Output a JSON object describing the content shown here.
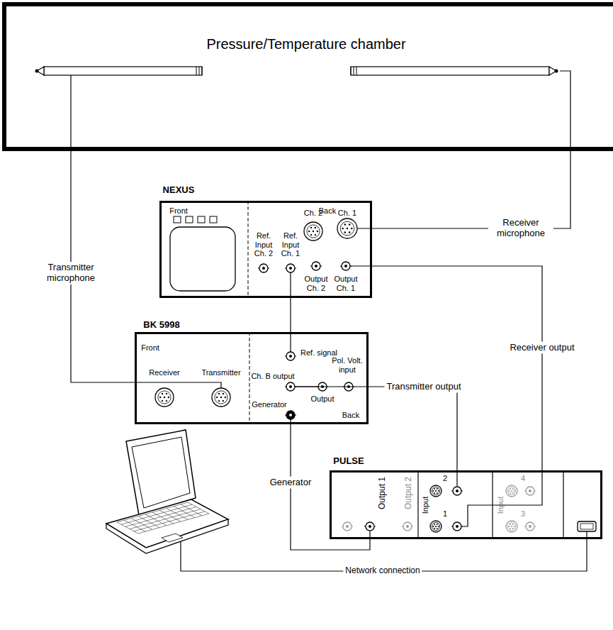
{
  "diagram": {
    "nodes": [
      {
        "text": [
          "Pressure/Temperature chamber"
        ]
      },
      {
        "text": [
          "NEXUS",
          "Front",
          "Back",
          "Ref. Input Ch. 2",
          "Ref. Input Ch. 1",
          "Ch. 2",
          "Ch. 1",
          "Output Ch. 2",
          "Output Ch. 1"
        ]
      },
      {
        "text": [
          "BK 5998",
          "Front",
          "Receiver",
          "Transmitter",
          "Ref. signal",
          "Ch. B output",
          "Output",
          "Pol. Volt. input",
          "Generator",
          "Back"
        ]
      },
      {
        "text": [
          "PULSE",
          "Output 1",
          "Output 2",
          "Input",
          "2",
          "1",
          "Input",
          "4",
          "3"
        ]
      }
    ],
    "edges": [
      {
        "from": 0,
        "to": 2,
        "arrow": "none",
        "label": "Transmitter microphone"
      },
      {
        "from": 0,
        "to": 1,
        "arrow": "none",
        "label": "Receiver microphone"
      },
      {
        "from": 1,
        "to": 2,
        "arrow": "none"
      },
      {
        "from": 2,
        "to": 3,
        "arrow": "none",
        "label": "Transmitter output"
      },
      {
        "from": 3,
        "to": 2,
        "arrow": "none",
        "label": "Generator"
      },
      {
        "from": 1,
        "to": 3,
        "arrow": "none",
        "label": "Receiver output"
      }
    ],
    "labels": [
      "Network connection"
    ]
  }
}
